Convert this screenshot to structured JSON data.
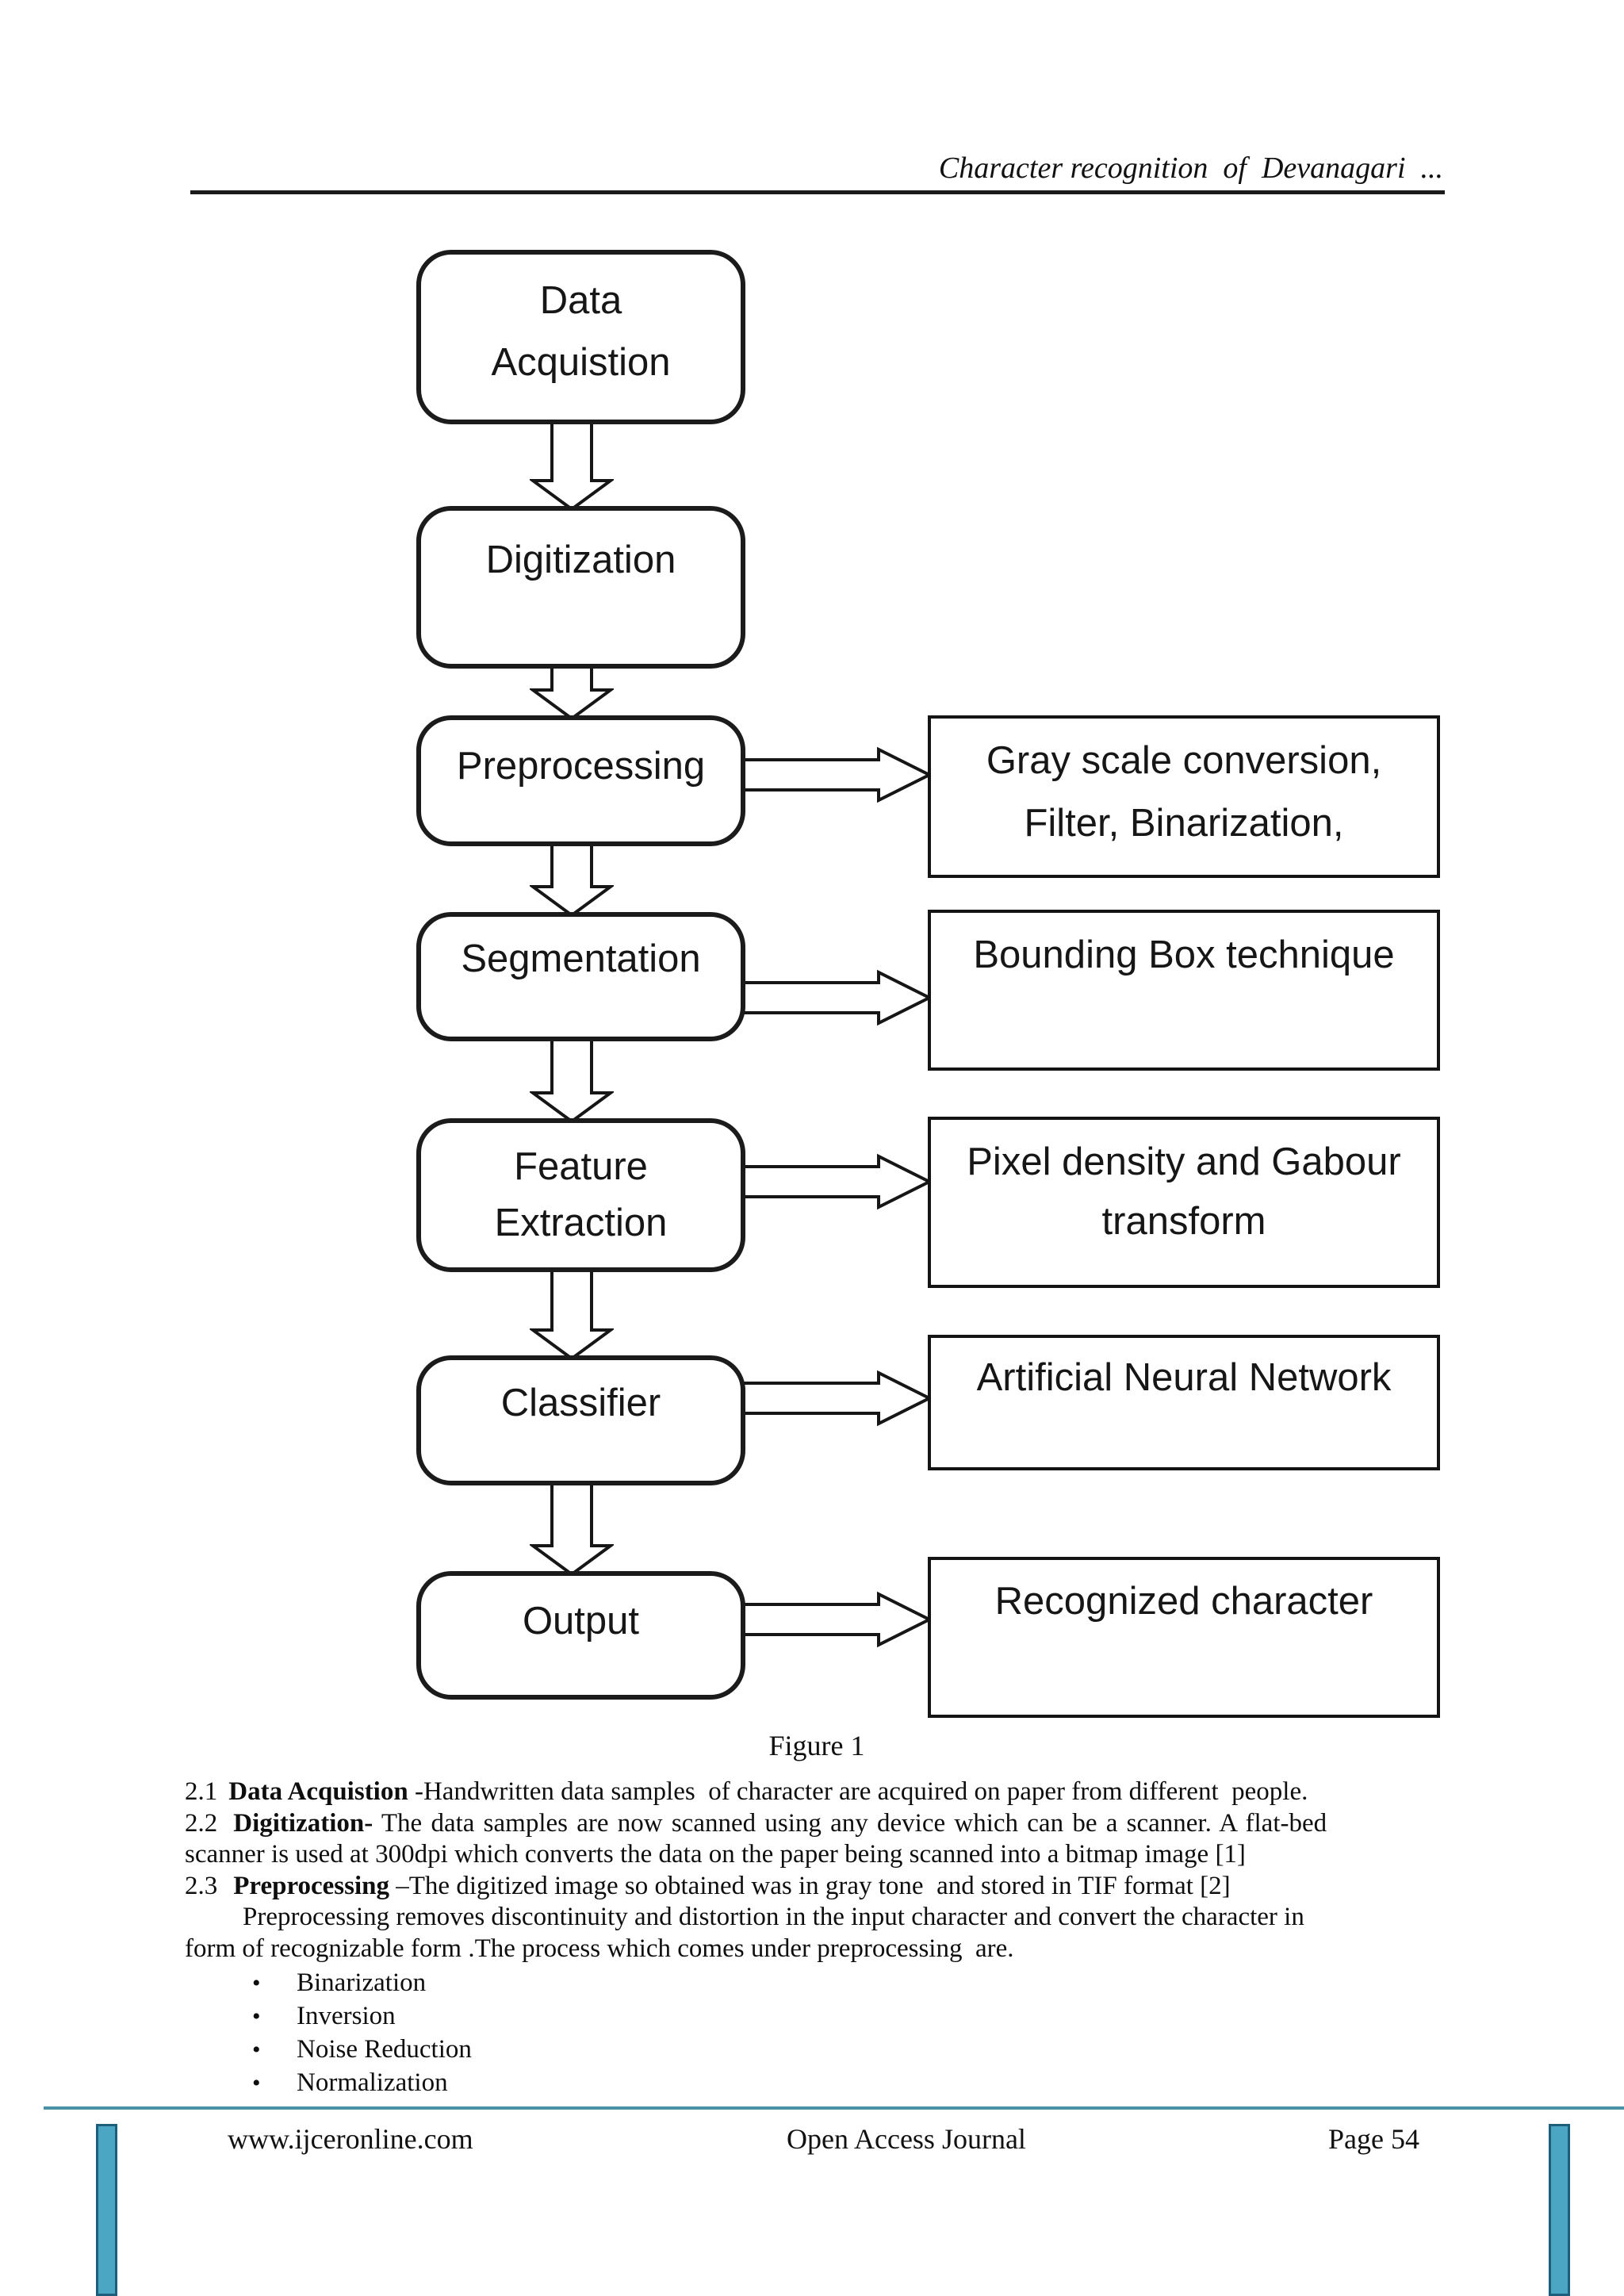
{
  "header": {
    "title": "Character recognition  of  Devanagari  ..."
  },
  "flowchart": {
    "left": [
      {
        "lines": [
          "Data",
          "Acquistion"
        ]
      },
      {
        "lines": [
          "Digitization"
        ]
      },
      {
        "lines": [
          "Preprocessing"
        ]
      },
      {
        "lines": [
          "Segmentation"
        ]
      },
      {
        "lines": [
          "Feature",
          "Extraction"
        ]
      },
      {
        "lines": [
          "Classifier"
        ]
      },
      {
        "lines": [
          "Output"
        ]
      }
    ],
    "right": [
      {
        "lines": [
          "Gray scale conversion,",
          "Filter, Binarization,"
        ]
      },
      {
        "lines": [
          "Bounding Box technique"
        ]
      },
      {
        "lines": [
          "Pixel density and Gabour",
          "transform"
        ]
      },
      {
        "lines": [
          "Artificial Neural Network"
        ]
      },
      {
        "lines": [
          "Recognized character"
        ]
      }
    ]
  },
  "figure": {
    "caption": "Figure 1"
  },
  "body": {
    "s21": {
      "num": "2.1",
      "bold": "Data Acquistion",
      "rest": " -Handwritten data samples  of character are acquired on paper from different  people."
    },
    "s22": {
      "num": "2.2",
      "bold": "Digitization-",
      "rest": " The data samples are now scanned using any device which can be a scanner. A flat-bed",
      "line2": "scanner is used at 300dpi which converts the data on the paper being scanned into a bitmap image [1]"
    },
    "s23": {
      "num": "2.3",
      "bold": "Preprocessing",
      "rest": " –The digitized image so obtained was in gray tone  and stored in TIF format [2]",
      "cont1": "Preprocessing removes discontinuity and distortion in the input character and convert the character in",
      "cont2": "form of recognizable form .The process which comes under preprocessing  are."
    },
    "bullet_char": "•",
    "bullets": [
      "Binarization",
      "Inversion",
      "Noise Reduction",
      "Normalization"
    ]
  },
  "footer": {
    "site": "www.ijceronline.com",
    "journal": "Open Access Journal",
    "page": "Page 54"
  },
  "colors": {
    "footer_rule": "#4a92a8",
    "footer_bar_fill": "#4ba6c4",
    "footer_bar_border": "#1d5e7d"
  }
}
